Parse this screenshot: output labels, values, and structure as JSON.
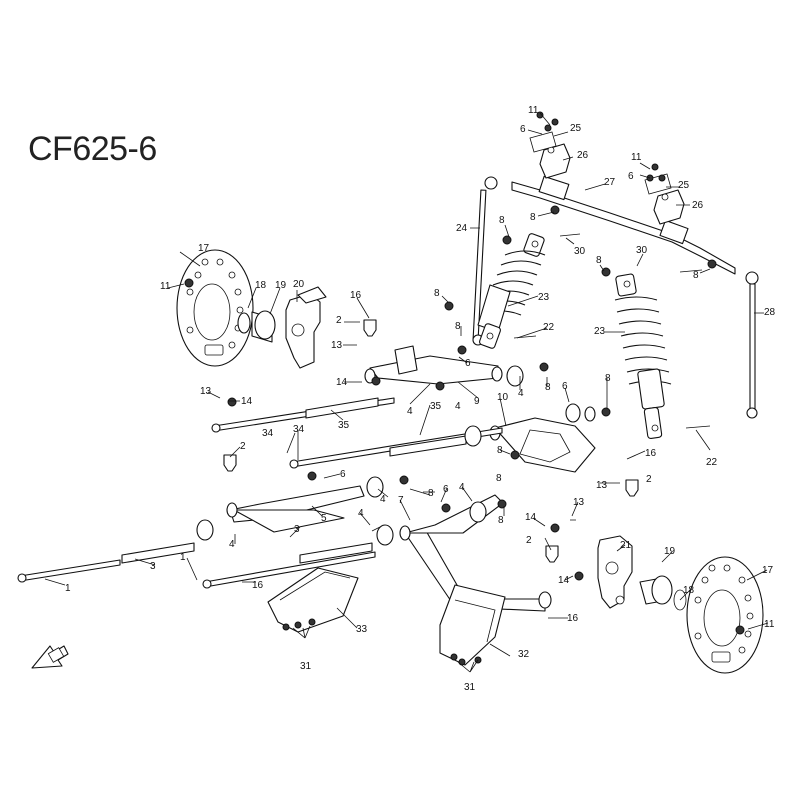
{
  "title": "CF625-6",
  "callouts": [
    {
      "n": "11"
    },
    {
      "n": "6"
    },
    {
      "n": "25"
    },
    {
      "n": "26"
    },
    {
      "n": "8"
    },
    {
      "n": "11"
    },
    {
      "n": "6"
    },
    {
      "n": "25"
    },
    {
      "n": "26"
    },
    {
      "n": "27"
    },
    {
      "n": "24"
    },
    {
      "n": "8"
    },
    {
      "n": "30"
    },
    {
      "n": "8"
    },
    {
      "n": "30"
    },
    {
      "n": "8"
    },
    {
      "n": "17"
    },
    {
      "n": "11"
    },
    {
      "n": "18"
    },
    {
      "n": "19"
    },
    {
      "n": "20"
    },
    {
      "n": "16"
    },
    {
      "n": "2"
    },
    {
      "n": "13"
    },
    {
      "n": "8"
    },
    {
      "n": "23"
    },
    {
      "n": "8"
    },
    {
      "n": "22"
    },
    {
      "n": "23"
    },
    {
      "n": "28"
    },
    {
      "n": "6"
    },
    {
      "n": "14"
    },
    {
      "n": "4"
    },
    {
      "n": "9"
    },
    {
      "n": "4"
    },
    {
      "n": "8"
    },
    {
      "n": "13"
    },
    {
      "n": "14"
    },
    {
      "n": "35"
    },
    {
      "n": "34"
    },
    {
      "n": "35"
    },
    {
      "n": "4"
    },
    {
      "n": "10"
    },
    {
      "n": "6"
    },
    {
      "n": "8"
    },
    {
      "n": "8"
    },
    {
      "n": "2"
    },
    {
      "n": "34"
    },
    {
      "n": "16"
    },
    {
      "n": "22"
    },
    {
      "n": "6"
    },
    {
      "n": "8"
    },
    {
      "n": "13"
    },
    {
      "n": "2"
    },
    {
      "n": "4"
    },
    {
      "n": "5"
    },
    {
      "n": "7"
    },
    {
      "n": "8"
    },
    {
      "n": "6"
    },
    {
      "n": "8"
    },
    {
      "n": "4"
    },
    {
      "n": "13"
    },
    {
      "n": "14"
    },
    {
      "n": "3"
    },
    {
      "n": "4"
    },
    {
      "n": "2"
    },
    {
      "n": "21"
    },
    {
      "n": "4"
    },
    {
      "n": "1"
    },
    {
      "n": "3"
    },
    {
      "n": "16"
    },
    {
      "n": "14"
    },
    {
      "n": "19"
    },
    {
      "n": "17"
    },
    {
      "n": "18"
    },
    {
      "n": "1"
    },
    {
      "n": "33"
    },
    {
      "n": "16"
    },
    {
      "n": "11"
    },
    {
      "n": "31"
    },
    {
      "n": "32"
    },
    {
      "n": "31"
    }
  ],
  "icons": {
    "front_arrow": "front-direction-arrow-icon"
  }
}
